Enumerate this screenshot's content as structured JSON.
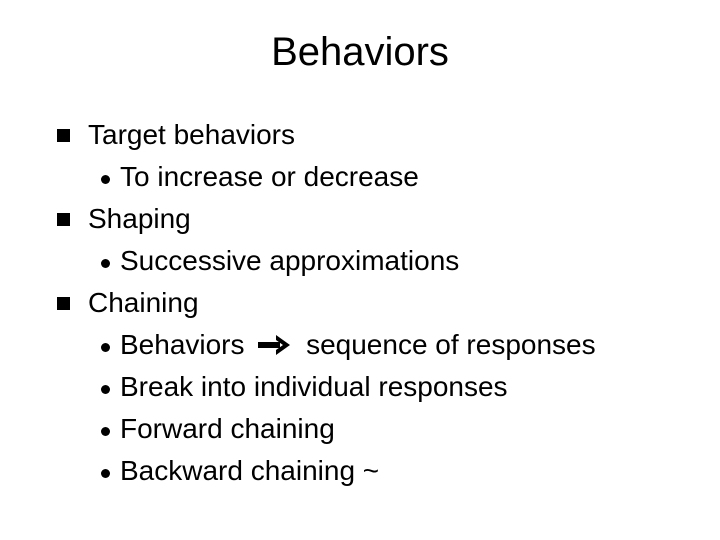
{
  "slide": {
    "title": "Behaviors",
    "bullets": [
      {
        "level": 1,
        "text": "Target behaviors"
      },
      {
        "level": 2,
        "text": "To increase or decrease"
      },
      {
        "level": 1,
        "text": "Shaping"
      },
      {
        "level": 2,
        "text": "Successive approximations"
      },
      {
        "level": 1,
        "text": "Chaining"
      },
      {
        "level": 2,
        "text_before": "Behaviors",
        "icon": "right-arrow-icon",
        "text_after": "sequence of responses"
      },
      {
        "level": 2,
        "text": "Break into individual responses"
      },
      {
        "level": 2,
        "text": "Forward chaining"
      },
      {
        "level": 2,
        "text": "Backward chaining ~"
      }
    ]
  }
}
